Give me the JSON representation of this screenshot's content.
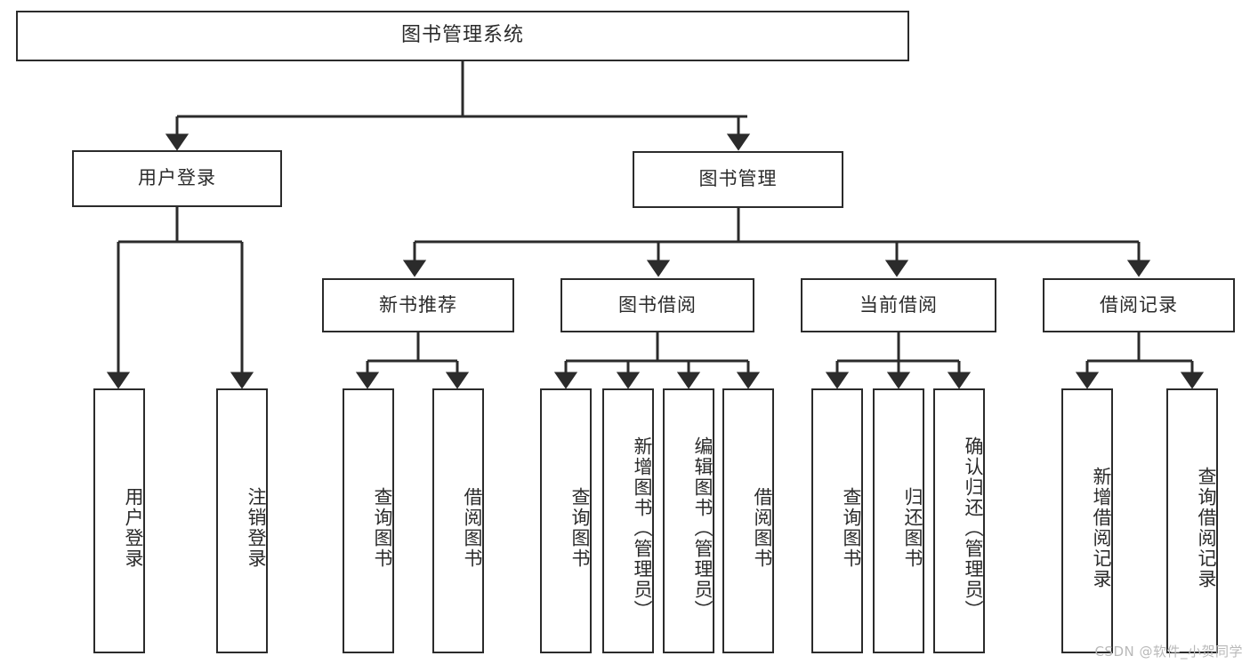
{
  "diagram": {
    "title": "图书管理系统",
    "type": "tree-hierarchy-diagram",
    "stroke_color": "#2b2b2b",
    "fill_color": "#ffffff",
    "background": "#ffffff"
  },
  "root": {
    "label": "图书管理系统"
  },
  "level2": [
    {
      "label": "用户登录"
    },
    {
      "label": "图书管理"
    }
  ],
  "level3": [
    {
      "label": "新书推荐"
    },
    {
      "label": "图书借阅"
    },
    {
      "label": "当前借阅"
    },
    {
      "label": "借阅记录"
    }
  ],
  "leaves": {
    "user_login": [
      {
        "label": "用户登录"
      },
      {
        "label": "注销登录"
      }
    ],
    "new_book_recommend": [
      {
        "label": "查询图书"
      },
      {
        "label": "借阅图书"
      }
    ],
    "book_borrow": [
      {
        "label": "查询图书"
      },
      {
        "label": "新增图书（管理员）"
      },
      {
        "label": "编辑图书（管理员）"
      },
      {
        "label": "借阅图书"
      }
    ],
    "current_borrow": [
      {
        "label": "查询图书"
      },
      {
        "label": "归还图书"
      },
      {
        "label": "确认归还（管理员）"
      }
    ],
    "borrow_record": [
      {
        "label": "新增借阅记录"
      },
      {
        "label": "查询借阅记录"
      }
    ]
  },
  "watermark": {
    "text": "CSDN @软件_小贺同学"
  }
}
